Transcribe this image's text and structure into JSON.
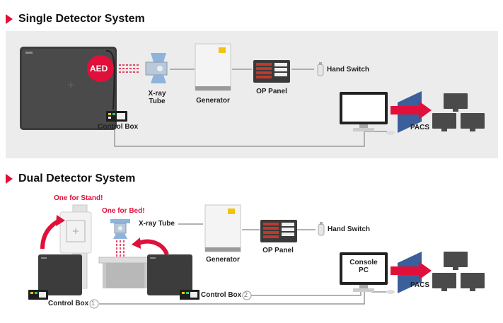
{
  "single": {
    "title": "Single Detector System",
    "aed": "AED",
    "xray_tube": "X-ray\nTube",
    "generator": "Generator",
    "op_panel": "OP Panel",
    "hand_switch": "Hand Switch",
    "control_box": "Control Box",
    "pacs": "PACS"
  },
  "dual": {
    "title": "Dual Detector System",
    "one_for_stand": "One for Stand!",
    "one_for_bed": "One for Bed!",
    "xray_tube": "X-ray Tube",
    "generator": "Generator",
    "op_panel": "OP Panel",
    "hand_switch": "Hand Switch",
    "console_pc": "Console\nPC",
    "control_box_1": "Control Box",
    "control_box_2": "Control Box",
    "num_1": "1",
    "num_2": "2",
    "pacs": "PACS"
  },
  "colors": {
    "accent": "#e0103a",
    "panel_bg": "#ececec",
    "blue": "#3a5f9a",
    "detector": "#3a3a3a"
  }
}
